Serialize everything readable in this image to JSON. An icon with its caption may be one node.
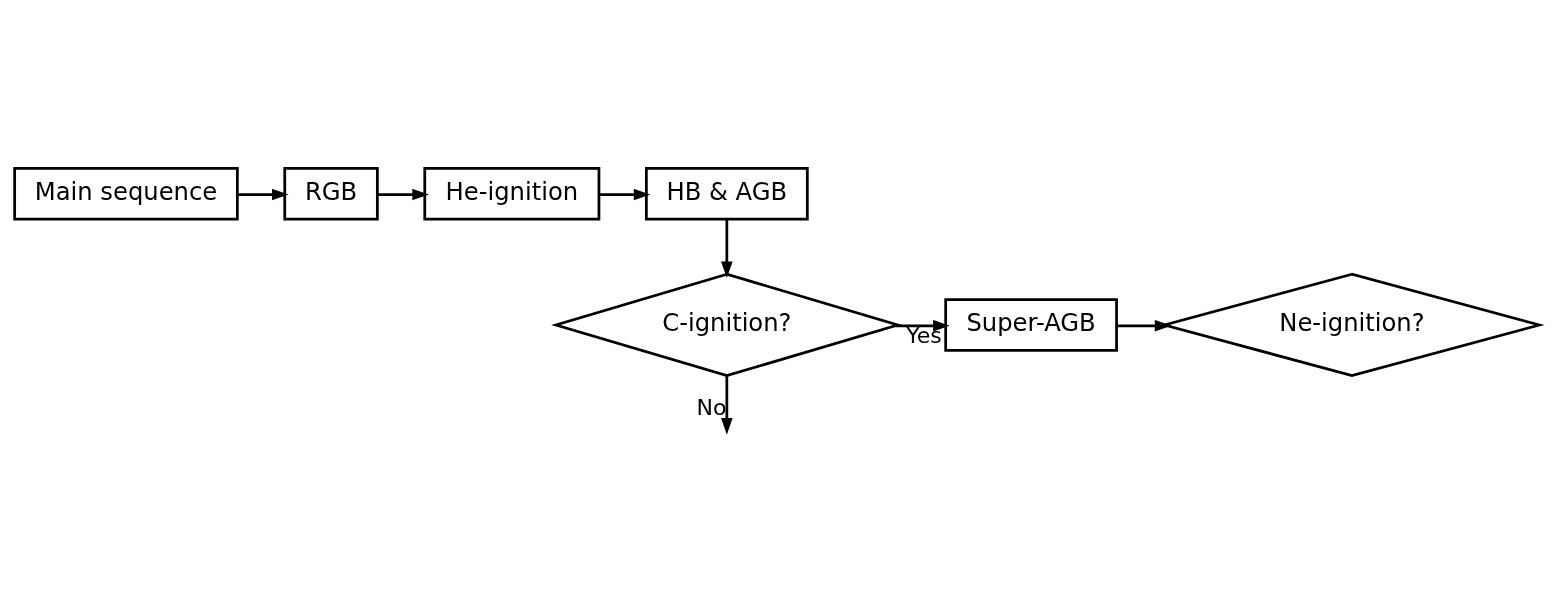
{
  "diagram": {
    "nodes": [
      {
        "text": [
          "Main sequence"
        ]
      },
      {
        "text": [
          "RGB"
        ]
      },
      {
        "text": [
          "He-ignition"
        ]
      },
      {
        "text": [
          "HB & AGB"
        ]
      },
      {
        "text": [
          "C-ignition?"
        ]
      },
      {
        "text": [
          "Super-AGB"
        ]
      },
      {
        "text": [
          "Ne-ignition?"
        ]
      }
    ],
    "edges": [
      {
        "from": 0,
        "to": 1,
        "arrow": "to"
      },
      {
        "from": 1,
        "to": 2,
        "arrow": "to"
      },
      {
        "from": 2,
        "to": 3,
        "arrow": "to"
      },
      {
        "from": 3,
        "to": 4,
        "arrow": "to"
      },
      {
        "from": 4,
        "to": 5,
        "arrow": "to",
        "label": "Yes"
      },
      {
        "from": 5,
        "to": 6,
        "arrow": "to"
      },
      {
        "from": 4,
        "to": null,
        "arrow": "to",
        "label": "No"
      }
    ]
  }
}
